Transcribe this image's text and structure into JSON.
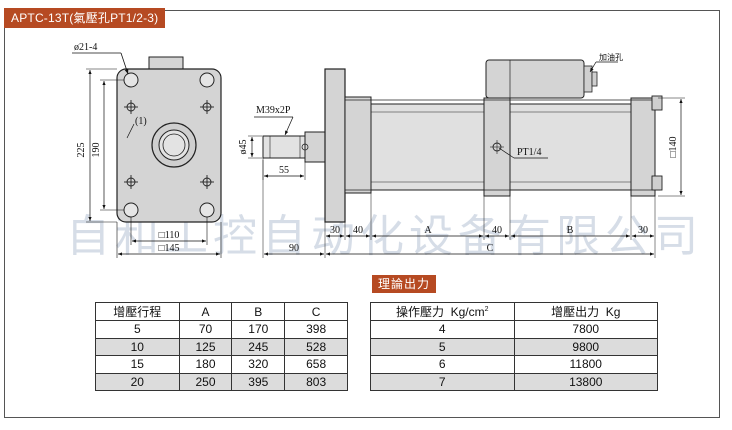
{
  "model_title": "APTC-13T(氣壓孔PT1/2-3)",
  "watermark": "自和工控自动化设备有限公司",
  "front_view": {
    "hole_label": "ø21-4",
    "marker_label": "(1)",
    "dim_225": "225",
    "dim_190": "190",
    "dim_110": "□110",
    "dim_145": "□145"
  },
  "side_view": {
    "thread_label": "M39x2P",
    "dim_45": "ø45",
    "dim_55": "55",
    "dim_90": "90",
    "dim_30_left": "30",
    "dim_40_left": "40",
    "dim_A": "A",
    "dim_40_mid": "40",
    "dim_B": "B",
    "dim_30_right": "30",
    "dim_C": "C",
    "port_label": "PT1/4",
    "oil_label": "加油孔",
    "dim_140": "□140"
  },
  "stroke_table": {
    "headers": [
      "增壓行程",
      "A",
      "B",
      "C"
    ],
    "rows": [
      [
        "5",
        "70",
        "170",
        "398"
      ],
      [
        "10",
        "125",
        "245",
        "528"
      ],
      [
        "15",
        "180",
        "320",
        "658"
      ],
      [
        "20",
        "250",
        "395",
        "803"
      ]
    ]
  },
  "output_table": {
    "title": "理論出力",
    "header_pressure": "操作壓力",
    "header_pressure_unit": "Kg/cm",
    "header_pressure_sup": "2",
    "header_output": "增壓出力",
    "header_output_unit": "Kg",
    "rows": [
      [
        "4",
        "7800"
      ],
      [
        "5",
        "9800"
      ],
      [
        "6",
        "11800"
      ],
      [
        "7",
        "13800"
      ]
    ]
  },
  "colors": {
    "accent": "#b64a22",
    "part_fill": "#d4d4d4",
    "row_shade": "#dcdcdc"
  }
}
